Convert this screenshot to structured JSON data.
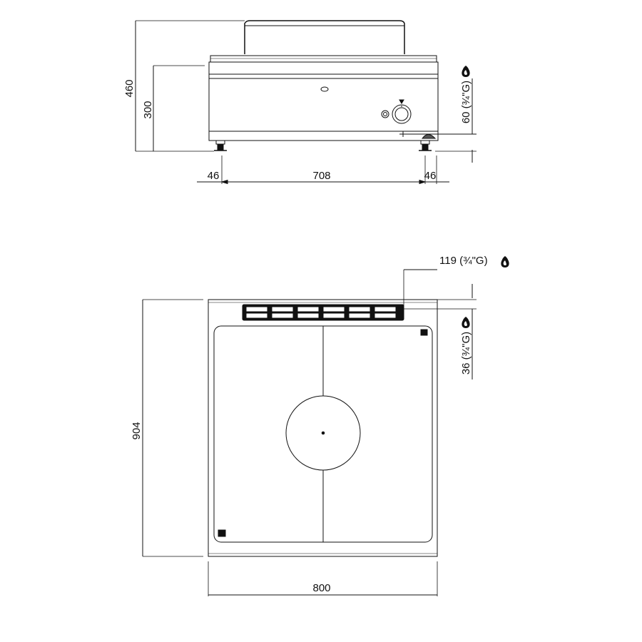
{
  "front_view": {
    "height_total": "460",
    "height_top": "300",
    "gas_connection_height": "60 (¾\"G)",
    "foot_offset_left": "46",
    "foot_span": "708",
    "foot_offset_right": "46"
  },
  "top_view": {
    "depth": "904",
    "width": "800",
    "gas_offset_top": "119 (¾\"G)",
    "gas_offset_side": "36 (¾\"G)"
  },
  "icons": {
    "gas_symbol": "gas-flame-icon"
  },
  "colors": {
    "line": "#111111",
    "background": "#ffffff"
  }
}
